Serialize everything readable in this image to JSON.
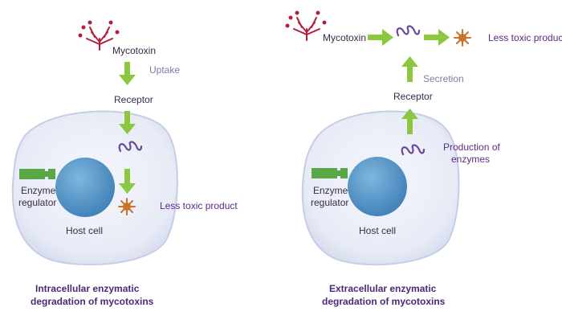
{
  "left": {
    "mycotoxin": "Mycotoxin",
    "uptake": "Uptake",
    "receptor": "Receptor",
    "enzyme_regulator_1": "Enzyme",
    "enzyme_regulator_2": "regulator",
    "host_cell": "Host cell",
    "less_toxic": "Less toxic product",
    "caption_1": "Intracellular enzymatic",
    "caption_2": "degradation of mycotoxins"
  },
  "right": {
    "mycotoxin": "Mycotoxin",
    "less_toxic": "Less toxic product",
    "secretion": "Secretion",
    "receptor": "Receptor",
    "production_1": "Production of",
    "production_2": "enzymes",
    "enzyme_regulator_1": "Enzyme",
    "enzyme_regulator_2": "regulator",
    "host_cell": "Host cell",
    "caption_1": "Extracellular enzymatic",
    "caption_2": "degradation of mycotoxins"
  },
  "colors": {
    "arrow": "#8dc63f",
    "cell_fill": "#e8ecf7",
    "cell_stroke": "#c9cfe6",
    "nucleus": "#4a8ec2",
    "regulator": "#5aa845",
    "mycotoxin": "#b31e3a",
    "product": "#c8742a",
    "enzyme": "#6b4a9a"
  }
}
